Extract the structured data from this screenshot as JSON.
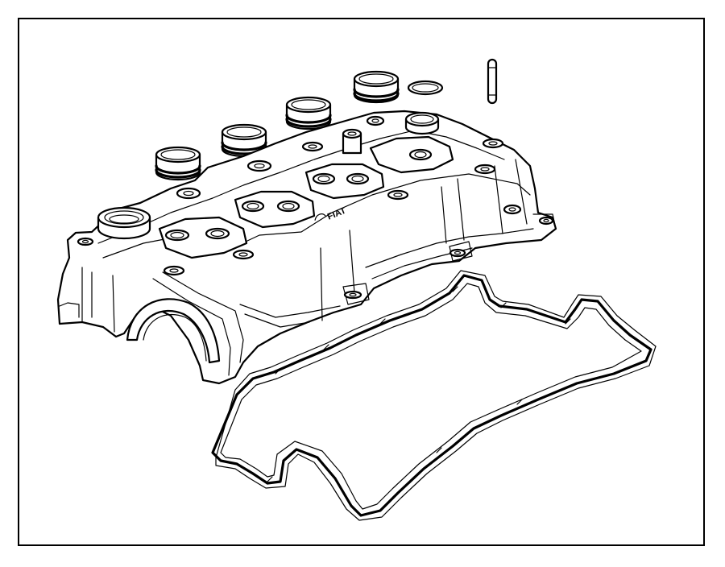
{
  "figure": {
    "border_color": "#000000",
    "background": "#ffffff",
    "parts": [
      "valve-cover",
      "valve-cover-gasket",
      "spark-plug-tube-seal",
      "oil-filler-o-ring",
      "locating-pin"
    ],
    "embossed_logo": "FIAT"
  }
}
